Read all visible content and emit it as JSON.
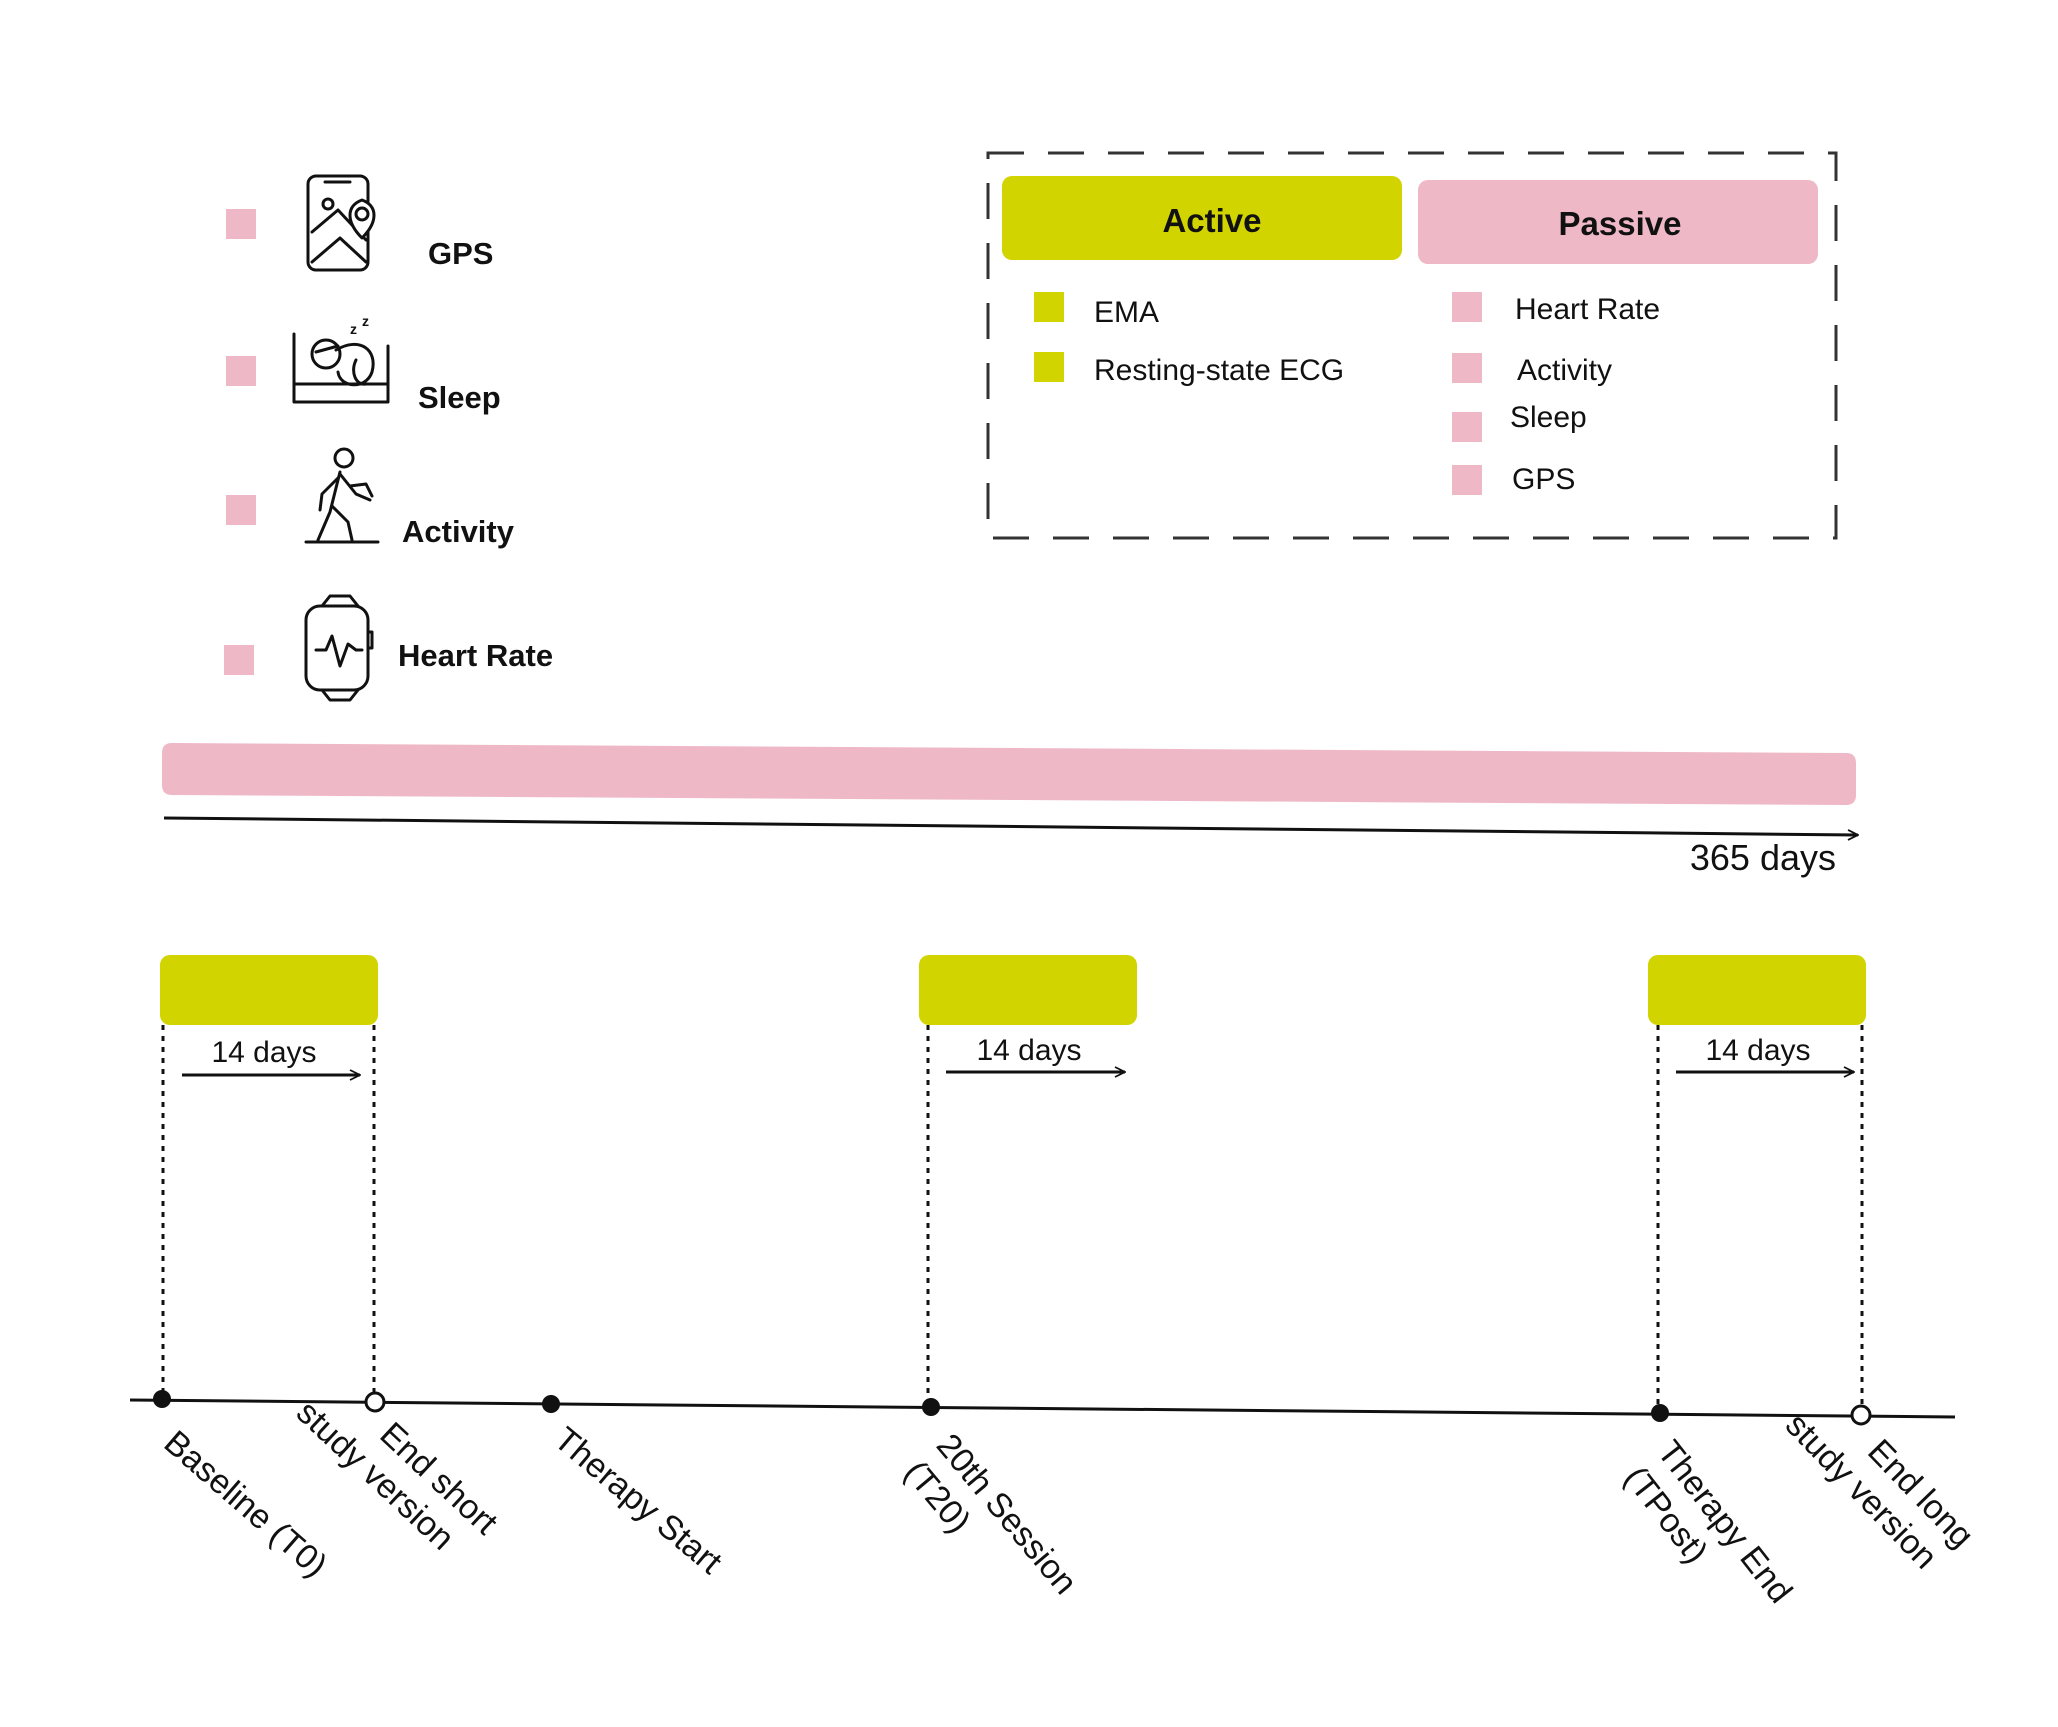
{
  "colors": {
    "active": "#d2d400",
    "passive": "#efb8c7",
    "line": "#111111"
  },
  "icon_legend": [
    {
      "label": "GPS",
      "icon": "map-phone-pin-icon"
    },
    {
      "label": "Sleep",
      "icon": "sleeping-person-icon"
    },
    {
      "label": "Activity",
      "icon": "walking-person-icon"
    },
    {
      "label": "Heart Rate",
      "icon": "smartwatch-heart-icon"
    }
  ],
  "legend_box": {
    "active": {
      "title": "Active",
      "items": [
        "EMA",
        "Resting-state ECG"
      ]
    },
    "passive": {
      "title": "Passive",
      "items": [
        "Heart Rate",
        "Activity",
        "Sleep",
        "GPS"
      ]
    }
  },
  "passive_duration_label": "365 days",
  "active_windows": [
    {
      "label": "14 days",
      "start_event": "Baseline (T0)"
    },
    {
      "label": "14 days",
      "start_event": "20th Session (T20)"
    },
    {
      "label": "14 days",
      "start_event": "Therapy End (TPost)"
    }
  ],
  "timeline_events": [
    {
      "lines": [
        "Baseline (T0)"
      ],
      "marker": "filled"
    },
    {
      "lines": [
        "End short",
        "study version"
      ],
      "marker": "open"
    },
    {
      "lines": [
        "Therapy Start"
      ],
      "marker": "filled"
    },
    {
      "lines": [
        "20th Session",
        "(T20)"
      ],
      "marker": "filled"
    },
    {
      "lines": [
        "Therapy End",
        "(TPost)"
      ],
      "marker": "filled"
    },
    {
      "lines": [
        "End long",
        "study version"
      ],
      "marker": "open"
    }
  ]
}
